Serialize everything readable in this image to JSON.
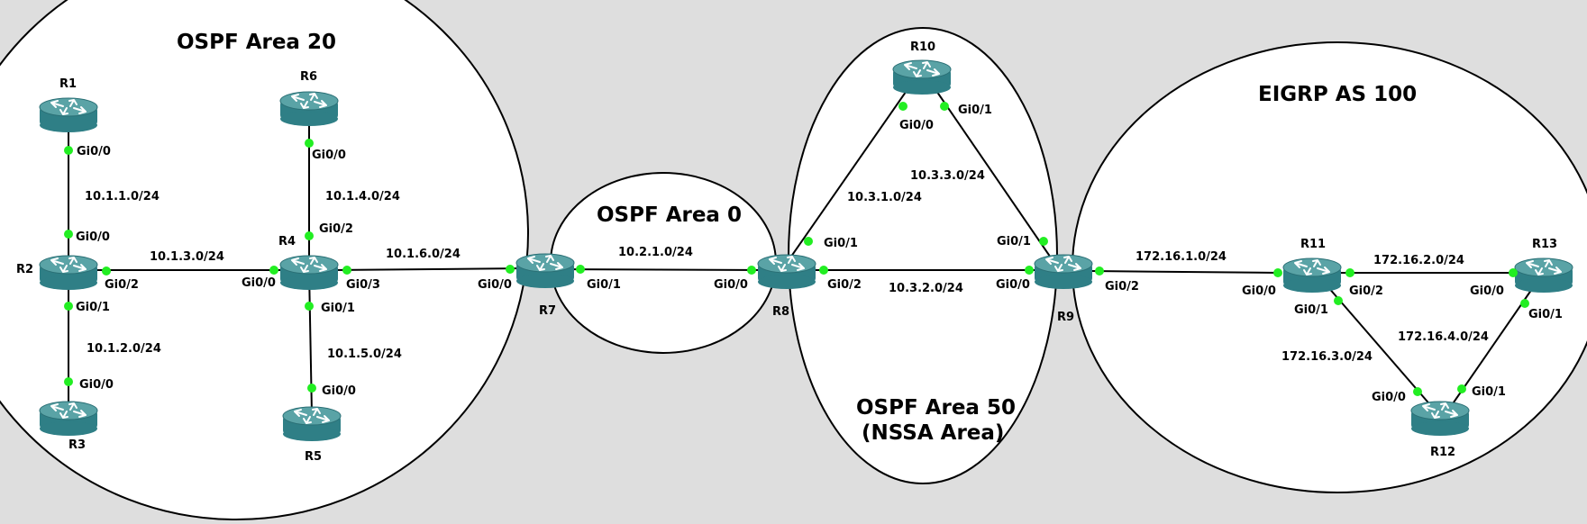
{
  "areas": {
    "area20": "OSPF Area 20",
    "area0": "OSPF Area 0",
    "area50_line1": "OSPF Area 50",
    "area50_line2": "(NSSA Area)",
    "eigrp": "EIGRP AS 100"
  },
  "routers": {
    "r1": "R1",
    "r2": "R2",
    "r3": "R3",
    "r4": "R4",
    "r5": "R5",
    "r6": "R6",
    "r7": "R7",
    "r8": "R8",
    "r9": "R9",
    "r10": "R10",
    "r11": "R11",
    "r12": "R12",
    "r13": "R13"
  },
  "subnets": {
    "r1_r2": "10.1.1.0/24",
    "r2_r3": "10.1.2.0/24",
    "r2_r4": "10.1.3.0/24",
    "r4_r6": "10.1.4.0/24",
    "r4_r5": "10.1.5.0/24",
    "r4_r7": "10.1.6.0/24",
    "r7_r8": "10.2.1.0/24",
    "r8_r10": "10.3.1.0/24",
    "r8_r9": "10.3.2.0/24",
    "r10_r9": "10.3.3.0/24",
    "r9_r11": "172.16.1.0/24",
    "r11_r13": "172.16.2.0/24",
    "r11_r12": "172.16.3.0/24",
    "r13_r12": "172.16.4.0/24"
  },
  "interfaces": {
    "r1_gi00": "Gi0/0",
    "r2_gi00": "Gi0/0",
    "r2_gi02": "Gi0/2",
    "r2_gi01": "Gi0/1",
    "r3_gi00": "Gi0/0",
    "r4_gi00": "Gi0/0",
    "r4_gi02": "Gi0/2",
    "r4_gi03": "Gi0/3",
    "r4_gi01": "Gi0/1",
    "r5_gi00": "Gi0/0",
    "r6_gi00": "Gi0/0",
    "r7_gi00": "Gi0/0",
    "r7_gi01": "Gi0/1",
    "r8_gi00": "Gi0/0",
    "r8_gi01": "Gi0/1",
    "r8_gi02": "Gi0/2",
    "r10_gi00": "Gi0/0",
    "r10_gi01": "Gi0/1",
    "r9_gi01": "Gi0/1",
    "r9_gi00": "Gi0/0",
    "r9_gi02": "Gi0/2",
    "r11_gi00": "Gi0/0",
    "r11_gi02": "Gi0/2",
    "r11_gi01": "Gi0/1",
    "r13_gi00": "Gi0/0",
    "r13_gi01": "Gi0/1",
    "r12_gi00": "Gi0/0",
    "r12_gi01": "Gi0/1"
  },
  "colors": {
    "background": "#dedede",
    "area_fill": "#ffffff",
    "port": "#22ee22",
    "router_top": "#5aa3a6",
    "router_body": "#2f7f86"
  }
}
